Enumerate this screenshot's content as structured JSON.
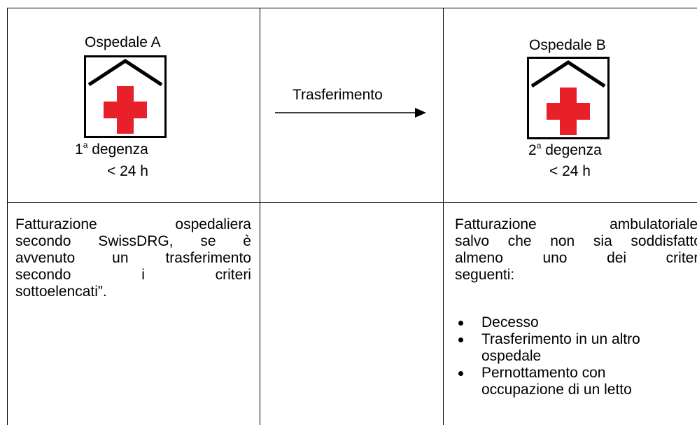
{
  "colors": {
    "cross": "#e8202a",
    "line": "#000000"
  },
  "left_cell": {
    "title": "Ospedale A",
    "stay_number": "1",
    "stay_sup": "a",
    "stay_label": " degenza",
    "duration": "< 24 h",
    "icon": "hospital-icon"
  },
  "middle_cell": {
    "label": "Trasferimento",
    "icon": "arrow-right-icon"
  },
  "right_cell": {
    "title": "Ospedale B",
    "stay_number": "2",
    "stay_sup": "a",
    "stay_label": " degenza",
    "duration": "< 24 h",
    "icon": "hospital-icon"
  },
  "left_text": {
    "lines": [
      [
        "Fatturazione",
        "ospedaliera"
      ],
      [
        "secondo",
        "SwissDRG,",
        "se",
        "è"
      ],
      [
        "avvenuto",
        "un",
        "trasferimento"
      ],
      [
        "secondo",
        "i",
        "criteri"
      ],
      [
        "sottoelencati”."
      ]
    ]
  },
  "right_text": {
    "lines": [
      [
        "Fatturazione",
        "ambulatoriale,"
      ],
      [
        "salvo",
        "che",
        "non",
        "sia",
        "soddisfatto"
      ],
      [
        "almeno",
        "uno",
        "dei",
        "criteri"
      ],
      [
        "seguenti:"
      ]
    ],
    "bullets": [
      [
        "Decesso"
      ],
      [
        "Trasferimento in un altro",
        "ospedale"
      ],
      [
        "Pernottamento con",
        "occupazione di un letto"
      ]
    ]
  }
}
